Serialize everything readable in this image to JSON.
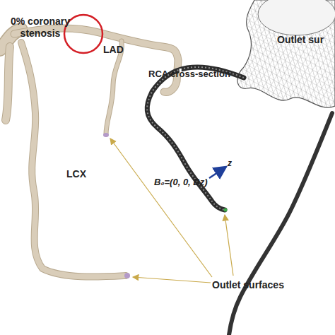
{
  "diagram": {
    "labels": [
      "0% coronary stenosis",
      "LAD",
      "LCX",
      "RCA cross-section",
      "Outlet sur",
      "z",
      "B₀=(0, 0, Bz)",
      "Outlet surfaces"
    ]
  }
}
